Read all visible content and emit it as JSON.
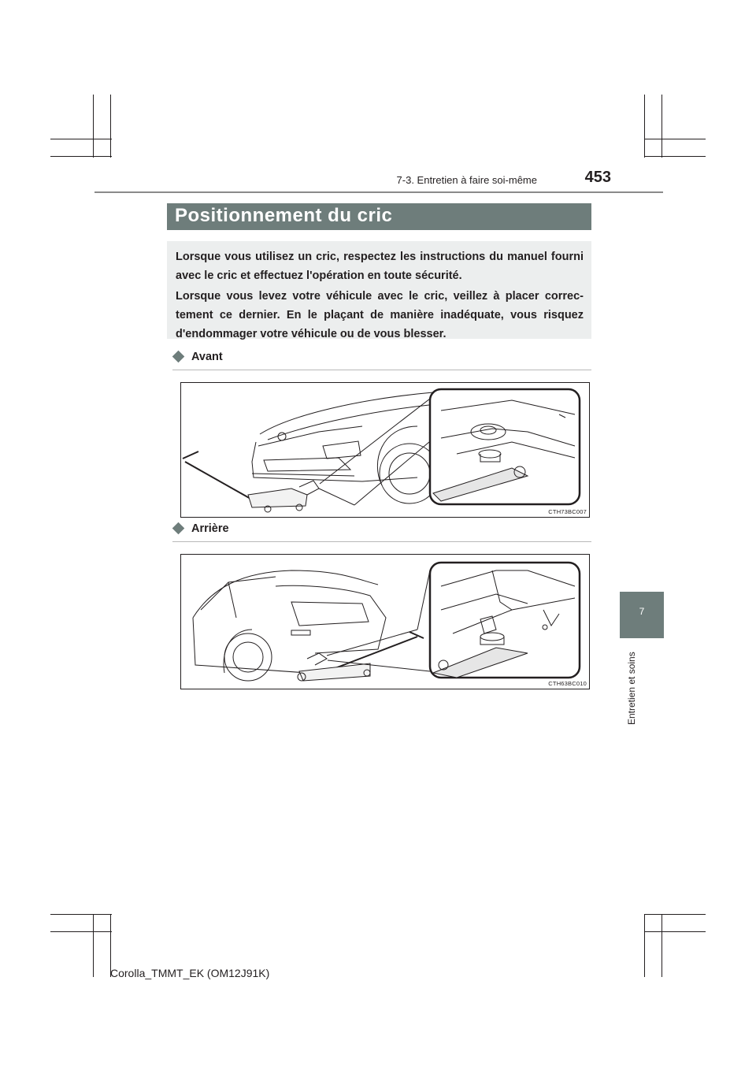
{
  "header": {
    "section": "7-3. Entretien à faire soi-même",
    "page_number": "453"
  },
  "title": "Positionnement du cric",
  "intro": {
    "p1": "Lorsque vous utilisez un cric, respectez les instructions du manuel fourni avec le cric et effectuez l'opération en toute sécurité.",
    "p2": "Lorsque vous levez votre véhicule avec le cric, veillez à placer correc-tement ce dernier. En le plaçant de manière inadéquate, vous risquez d'endommager votre véhicule ou de vous blesser."
  },
  "sections": [
    {
      "label": "Avant",
      "figure_code": "CTH73BC007"
    },
    {
      "label": "Arrière",
      "figure_code": "CTH63BC010"
    }
  ],
  "side_tab": {
    "number": "7",
    "label": "Entretien et soins"
  },
  "footer": "Corolla_TMMT_EK (OM12J91K)",
  "colors": {
    "accent": "#6e7d7b",
    "box_bg": "#eceeee",
    "text": "#231f20"
  }
}
